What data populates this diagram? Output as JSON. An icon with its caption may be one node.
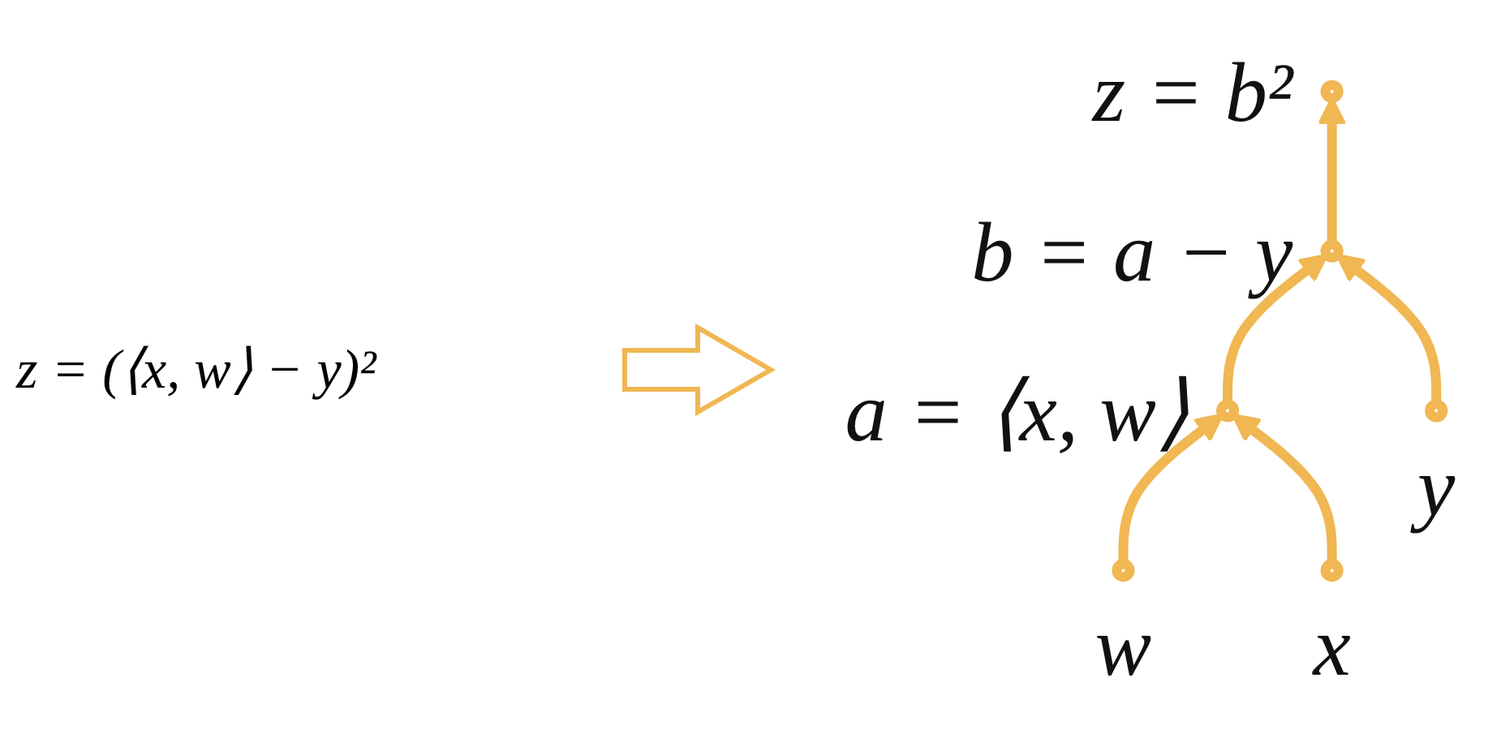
{
  "diagram": {
    "nodes": [
      {
        "text": [],
        "shape": "circle",
        "beside": [
          "z = b²"
        ]
      },
      {
        "text": [],
        "shape": "circle",
        "beside": [
          "b = a − y"
        ]
      },
      {
        "text": [],
        "shape": "circle",
        "beside": [
          "a = ⟨x, w⟩"
        ]
      },
      {
        "text": [],
        "shape": "circle",
        "beside": [
          "y"
        ]
      },
      {
        "text": [],
        "shape": "circle",
        "beside": [
          "w"
        ]
      },
      {
        "text": [],
        "shape": "circle",
        "beside": [
          "x"
        ]
      }
    ],
    "edges": [
      {
        "from": 4,
        "to": 2,
        "arrow": "to"
      },
      {
        "from": 5,
        "to": 2,
        "arrow": "to"
      },
      {
        "from": 2,
        "to": 1,
        "arrow": "to"
      },
      {
        "from": 3,
        "to": 1,
        "arrow": "to"
      },
      {
        "from": 1,
        "to": 0,
        "arrow": "to"
      }
    ],
    "labels": [
      "z = (⟨x, w⟩ − y)²"
    ]
  }
}
